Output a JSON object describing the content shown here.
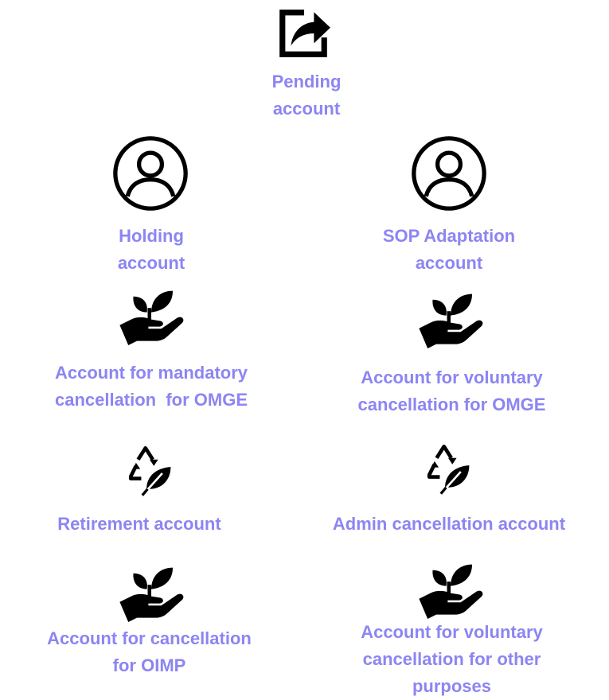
{
  "colors": {
    "label": "#8c85f2",
    "icon": "#000000"
  },
  "nodes": [
    {
      "icon": "share-icon",
      "label_lines": [
        "Pending",
        "account"
      ]
    },
    {
      "icon": "user-circle-icon",
      "label_lines": [
        "Holding",
        "account"
      ]
    },
    {
      "icon": "user-circle-icon",
      "label_lines": [
        "SOP Adaptation",
        "account"
      ]
    },
    {
      "icon": "hand-plant-icon",
      "label_lines": [
        "Account for mandatory",
        "cancellation  for OMGE"
      ]
    },
    {
      "icon": "hand-plant-icon",
      "label_lines": [
        "Account for voluntary",
        "cancellation for OMGE"
      ]
    },
    {
      "icon": "recycle-leaf-icon",
      "label_lines": [
        "Retirement account"
      ]
    },
    {
      "icon": "recycle-leaf-icon",
      "label_lines": [
        "Admin cancellation account"
      ]
    },
    {
      "icon": "hand-plant-icon",
      "label_lines": [
        "Account for cancellation",
        "for OIMP"
      ]
    },
    {
      "icon": "hand-plant-icon",
      "label_lines": [
        "Account for voluntary",
        "cancellation for other",
        "purposes"
      ]
    }
  ]
}
